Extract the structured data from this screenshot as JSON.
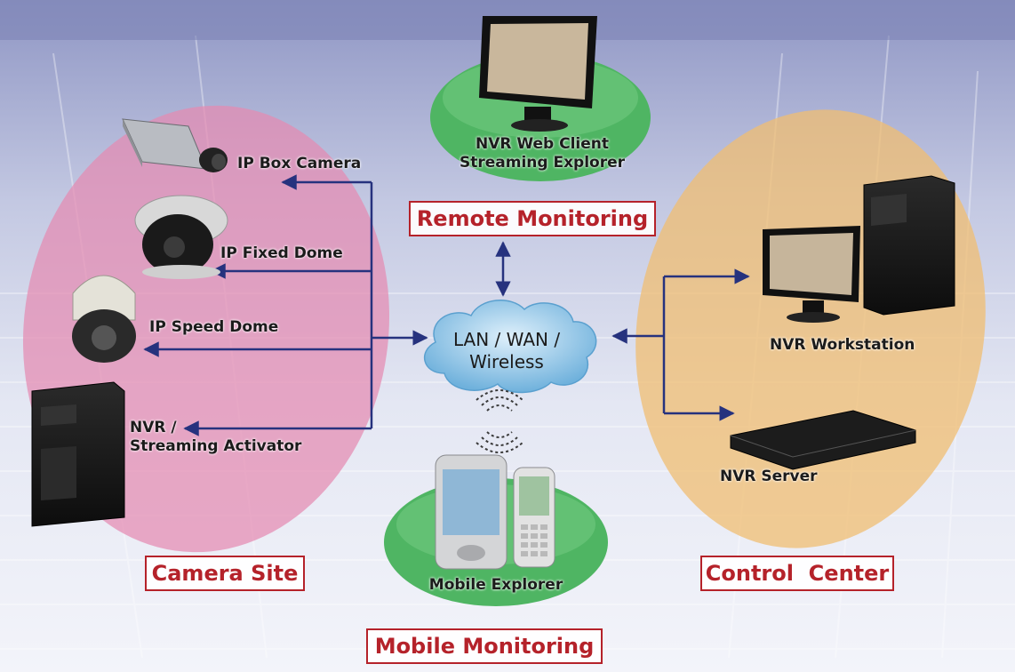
{
  "zones": {
    "camera_site": "Camera Site",
    "control_center": "Control  Center",
    "remote_monitoring": "Remote Monitoring",
    "mobile_monitoring": "Mobile Monitoring"
  },
  "devices": {
    "ip_box_camera": "IP Box Camera",
    "ip_fixed_dome": "IP Fixed Dome",
    "ip_speed_dome": "IP Speed Dome",
    "nvr_activator_line1": "NVR /",
    "nvr_activator_line2": "Streaming Activator",
    "web_client_line1": "NVR Web Client",
    "web_client_line2": "Streaming Explorer",
    "nvr_workstation": "NVR Workstation",
    "nvr_server": "NVR Server",
    "mobile_explorer": "Mobile Explorer"
  },
  "network": {
    "line1": "LAN / WAN /",
    "line2": "Wireless"
  },
  "colors": {
    "camera_site_zone": "#e58bb2",
    "control_center_zone": "#f0bd72",
    "monitoring_zone": "#4fb563",
    "arrow": "#26327e",
    "label_box": "#b5222a"
  }
}
